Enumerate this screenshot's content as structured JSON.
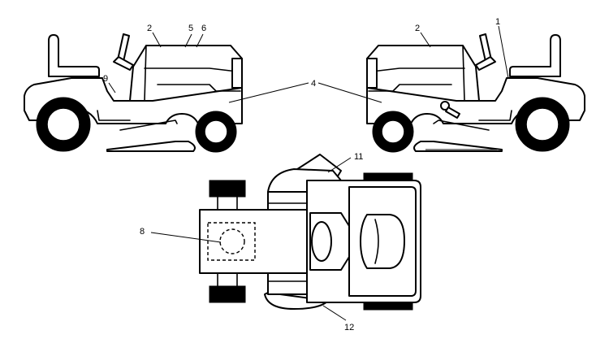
{
  "callouts": {
    "left_view": {
      "c1": "2",
      "c2": "5",
      "c3": "6",
      "c4": "9"
    },
    "center": "4",
    "right_view": {
      "c1": "2",
      "c2": "1"
    },
    "top_view": {
      "c1": "11",
      "c2": "8",
      "c3": "12"
    }
  }
}
